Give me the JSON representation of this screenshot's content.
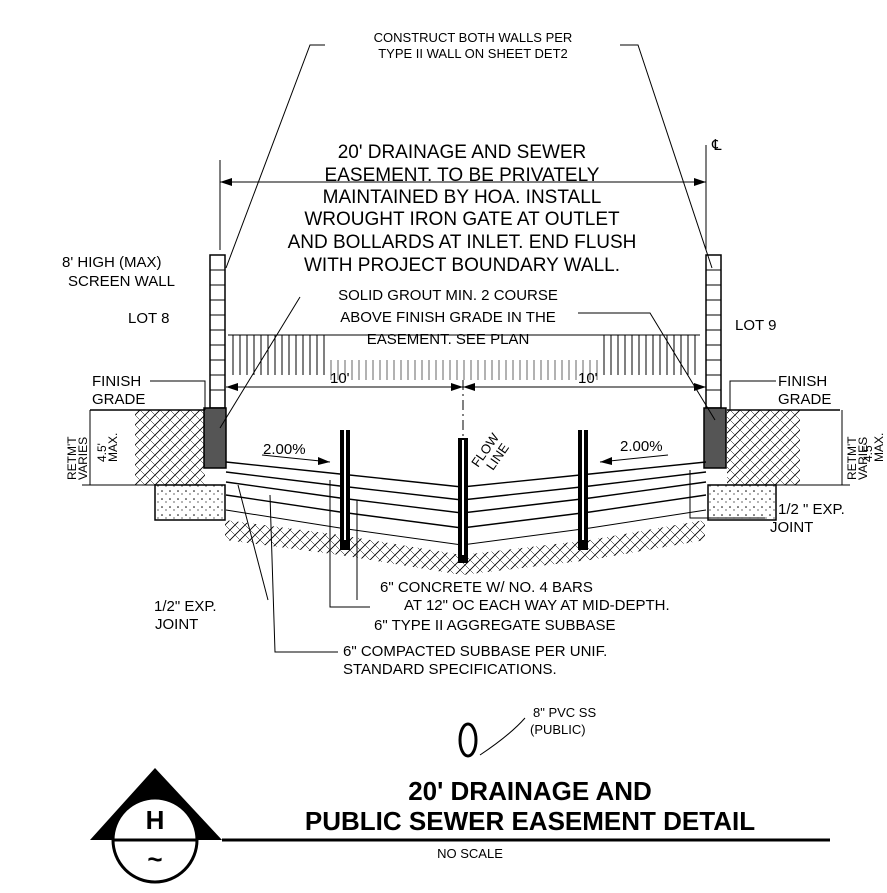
{
  "notes": {
    "walls": [
      "CONSTRUCT BOTH WALLS PER",
      "TYPE II WALL ON SHEET DET2"
    ],
    "easement": [
      "20' DRAINAGE AND SEWER",
      "EASEMENT. TO BE PRIVATELY",
      "MAINTAINED BY HOA.   INSTALL",
      "WROUGHT IRON GATE AT OUTLET",
      "AND BOLLARDS AT INLET. END FLUSH",
      "WITH PROJECT BOUNDARY WALL."
    ],
    "grout": [
      "SOLID GROUT MIN. 2 COURSE",
      "ABOVE FINISH GRADE IN THE",
      "EASEMENT. SEE PLAN"
    ],
    "screen_wall": [
      "8' HIGH (MAX)",
      "SCREEN WALL"
    ],
    "lot_left": "LOT 8",
    "lot_right": "LOT 9",
    "finish_grade_left": [
      "FINISH",
      "GRADE"
    ],
    "finish_grade_right": [
      "FINISH",
      "GRADE"
    ],
    "retmt_left": [
      "RETM'T",
      "VARIES"
    ],
    "retmt_right": [
      "RETM'T",
      "VARIES"
    ],
    "max_left": [
      "4.5'",
      "MAX."
    ],
    "max_right": [
      "4.5'",
      "MAX."
    ],
    "dim_left": "10'",
    "dim_right": "10'",
    "slope_left": "2.00%",
    "slope_right": "2.00%",
    "flow_line": [
      "FLOW",
      "LINE"
    ],
    "centerline": "℄",
    "exp_joint_left": [
      "1/2\" EXP.",
      "JOINT"
    ],
    "exp_joint_right": [
      "1/2 \" EXP.",
      "JOINT"
    ],
    "concrete": [
      "6\" CONCRETE W/ NO. 4 BARS",
      "AT 12\" OC EACH WAY AT MID-DEPTH."
    ],
    "aggregate": "6\" TYPE II AGGREGATE SUBBASE",
    "compacted": [
      "6\" COMPACTED SUBBASE PER UNIF.",
      "STANDARD SPECIFICATIONS."
    ],
    "pvc": [
      "8\" PVC SS",
      "(PUBLIC)"
    ]
  },
  "title_block": {
    "letter": "H",
    "sheet": "~",
    "title_line1": "20' DRAINAGE AND",
    "title_line2": "PUBLIC SEWER EASEMENT DETAIL",
    "scale": "NO SCALE"
  }
}
